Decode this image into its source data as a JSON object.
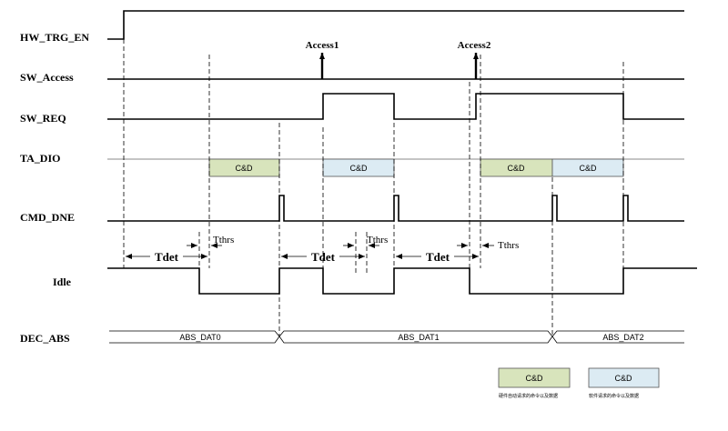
{
  "signals": {
    "hw_trg_en": "HW_TRG_EN",
    "sw_access": "SW_Access",
    "sw_req": "SW_REQ",
    "ta_dio": "TA_DIO",
    "cmd_dne": "CMD_DNE",
    "idle": "Idle",
    "dec_abs": "DEC_ABS"
  },
  "access_labels": [
    "Access1",
    "Access2"
  ],
  "ta_dio_boxes": [
    {
      "label": "C&D",
      "kind": "hardware"
    },
    {
      "label": "C&D",
      "kind": "software"
    },
    {
      "label": "C&D",
      "kind": "hardware"
    },
    {
      "label": "C&D",
      "kind": "software"
    }
  ],
  "timing": {
    "tdet_label": "Tdet",
    "tthrs_label": "Tthrs"
  },
  "dec_abs_segments": [
    "ABS_DAT0",
    "ABS_DAT1",
    "ABS_DAT2"
  ],
  "legend": [
    {
      "label": "C&D",
      "caption": "硬件自动请求的命令以及数据",
      "kind": "hardware"
    },
    {
      "label": "C&D",
      "caption": "软件请求的命令以及数据",
      "kind": "software"
    }
  ],
  "colors": {
    "hardware_fill": "#d8e4bc",
    "software_fill": "#dcebf3",
    "line": "#000000",
    "ta_dio_baseline": "#888888"
  }
}
